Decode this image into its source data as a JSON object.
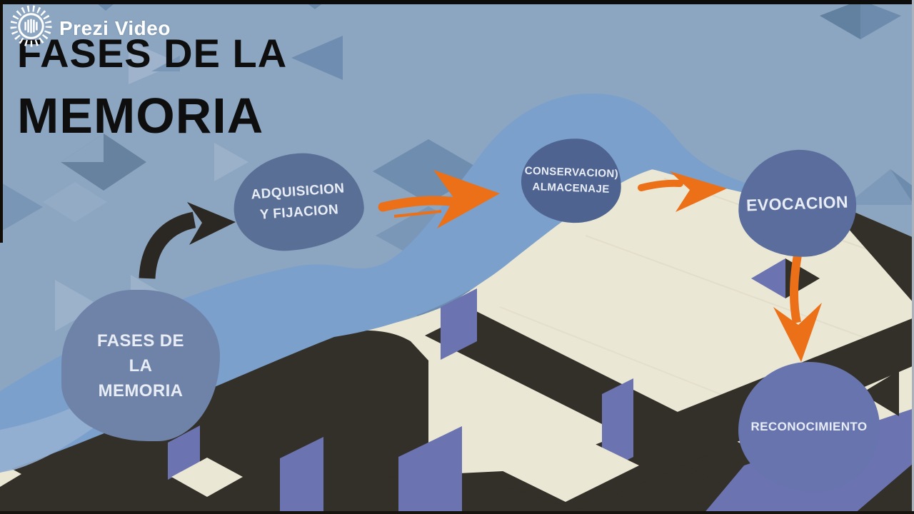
{
  "brand": {
    "name": "Prezi Video"
  },
  "title": {
    "line1": "FASES DE LA",
    "line2": "MEMORIA"
  },
  "diagram": {
    "nodes": [
      {
        "id": "fases-de-la-memoria",
        "lines": [
          "FASES DE",
          "LA",
          "MEMORIA"
        ]
      },
      {
        "id": "adquisicion-y-fijacion",
        "lines": [
          "ADQUISICION",
          "Y FIJACION"
        ]
      },
      {
        "id": "conservacion-almacenaje",
        "lines": [
          "CONSERVACION)",
          "ALMACENAJE"
        ]
      },
      {
        "id": "evocacion",
        "lines": [
          "EVOCACION"
        ]
      },
      {
        "id": "reconocimiento",
        "lines": [
          "RECONOCIMIENTO"
        ]
      }
    ],
    "connectors": [
      {
        "from": "fases-de-la-memoria",
        "to": "adquisicion-y-fijacion",
        "style": "black-curved-arrow"
      },
      {
        "from": "adquisicion-y-fijacion",
        "to": "conservacion-almacenaje",
        "style": "orange-brush-arrow-right"
      },
      {
        "from": "conservacion-almacenaje",
        "to": "evocacion",
        "style": "orange-brush-arrow-right"
      },
      {
        "from": "evocacion",
        "to": "reconocimiento",
        "style": "orange-brush-arrow-down"
      }
    ]
  },
  "colors": {
    "background_blue": "#8CA6C1",
    "wave_band_blue": "#7BA0CC",
    "cream": "#EBE7D5",
    "maze_dark": "#332F29",
    "maze_periwinkle": "#6B73B1",
    "arrow_orange": "#EC7017",
    "arrow_black": "#2B2722",
    "title_black": "#0E0E0E",
    "node_text": "#E8EDF5"
  }
}
